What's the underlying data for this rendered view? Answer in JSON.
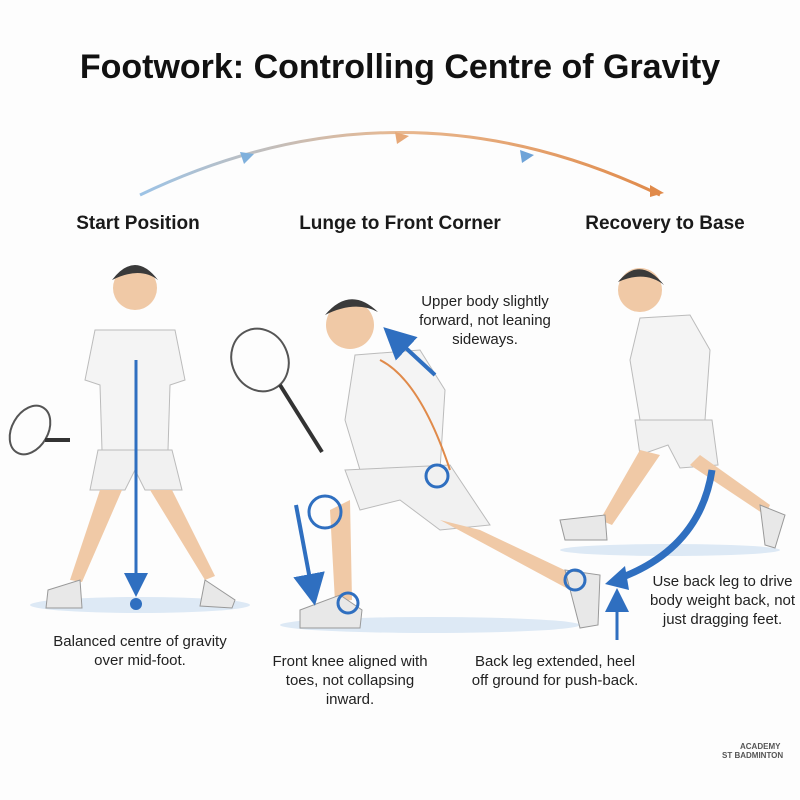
{
  "title": "Footwork: Controlling Centre of Gravity",
  "stages": [
    {
      "heading": "Start Position",
      "note": "Balanced centre of gravity over mid-foot."
    },
    {
      "heading": "Lunge to Front Corner",
      "note_upper": "Upper body slightly forward, not leaning sideways.",
      "note_knee": "Front knee aligned with toes, not collapsing inward.",
      "note_back_leg": "Back leg extended, heel off ground for push-back."
    },
    {
      "heading": "Recovery to Base",
      "note": "Use back leg to drive body weight back, not just dragging feet."
    }
  ],
  "logo": {
    "line1": "ACADEMY",
    "line2": "ST BADMINTON"
  },
  "colors": {
    "blue_arrow": "#2f6fc0",
    "orange_arrow": "#e08a4a",
    "shirt": "#f4f4f4",
    "skin": "#f0c9a6",
    "hair": "#3a3a3a"
  }
}
